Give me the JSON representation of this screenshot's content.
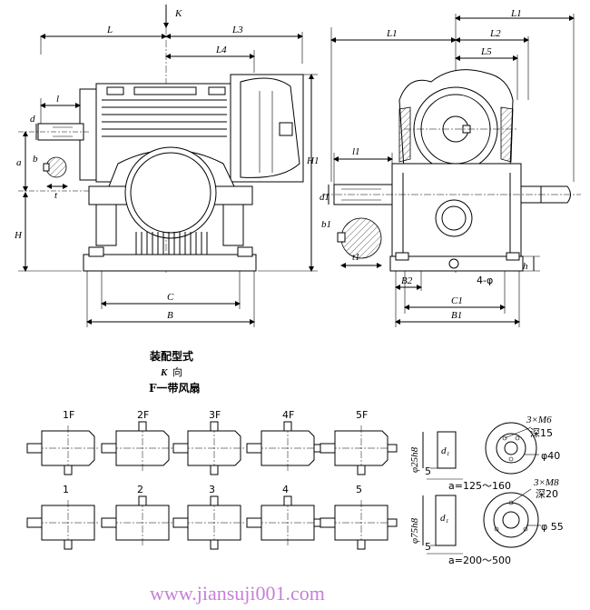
{
  "front_view": {
    "arrow_label": "K",
    "dims": {
      "L": "L",
      "L3": "L3",
      "L4": "L4",
      "l": "l",
      "d": "d",
      "a": "a",
      "b": "b",
      "t": "t",
      "H": "H",
      "H1": "H1",
      "C": "C",
      "B": "B"
    }
  },
  "side_view": {
    "dims": {
      "L1_top": "L1",
      "L1": "L1",
      "L2": "L2",
      "L5": "L5",
      "l1": "l1",
      "d1": "d1",
      "b1": "b1",
      "t1": "t1",
      "h": "h",
      "B2": "B2",
      "C1": "C1",
      "B1": "B1",
      "holes": "4-φ"
    }
  },
  "caption": {
    "line1": "装配型式",
    "line2_letter": "K",
    "line2_text": "向",
    "line3": "F一带风扇"
  },
  "assembly_types": {
    "row1": [
      "1F",
      "2F",
      "3F",
      "4F",
      "5F"
    ],
    "row2": [
      "1",
      "2",
      "3",
      "4",
      "5"
    ]
  },
  "details": {
    "top": {
      "shaft": "φ25h8",
      "d_label": "d₁",
      "key": "5",
      "range": "a=125～160",
      "thread": "3×M6",
      "depth": "深15",
      "pcd": "φ40"
    },
    "bottom": {
      "shaft": "φ75h8",
      "d_label": "d₁",
      "key": "5",
      "range": "a=200～500",
      "thread": "3×M8",
      "depth": "深20",
      "pcd": "φ 55"
    }
  },
  "watermark": "www.jiansuji001.com"
}
